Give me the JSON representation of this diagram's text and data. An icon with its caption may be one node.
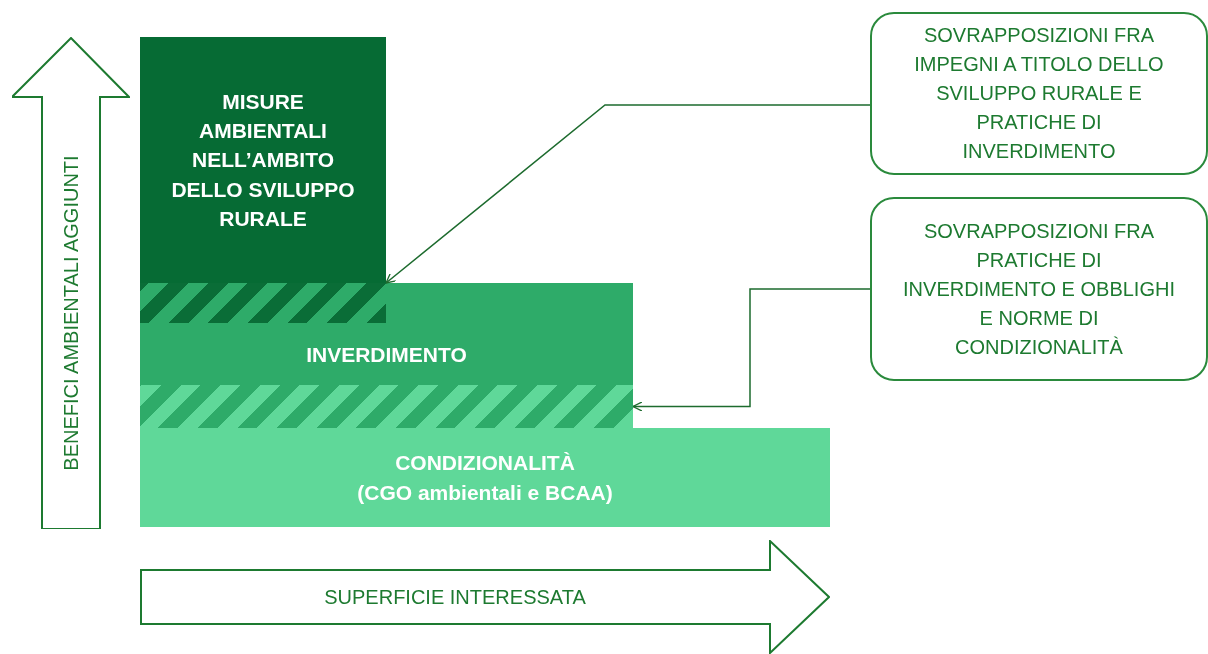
{
  "diagram": {
    "nodes": [
      {
        "text": [
          "BENEFICI AMBIENTALI AGGIUNTI"
        ]
      },
      {
        "text": [
          "MISURE AMBIENTALI NELL’AMBITO DELLO SVILUPPO RURALE"
        ]
      },
      {
        "text": [
          "SOVRAPPOSIZIONI FRA IMPEGNI A TITOLO DELLO SVILUPPO RURALE E PRATICHE DI INVERDIMENTO"
        ]
      },
      {
        "text": [
          "SOVRAPPOSIZIONI FRA PRATICHE DI INVERDIMENTO E OBBLIGHI E NORME DI CONDIZIONALITÀ"
        ]
      },
      {
        "text": [
          "INVERDIMENTO"
        ]
      },
      {
        "text": [],
        "shape": "bar",
        "in": 4
      },
      {
        "text": [],
        "shape": "bar",
        "in": 4
      },
      {
        "text": [
          "CONDIZIONALITÀ",
          "(CGO ambientali e BCAA)"
        ]
      },
      {
        "text": [
          "SUPERFICIE INTERESSATA"
        ]
      }
    ],
    "edges": [
      {
        "from": 2,
        "to": 5,
        "arrow": "to"
      },
      {
        "from": 3,
        "to": 6,
        "arrow": "to"
      }
    ]
  }
}
